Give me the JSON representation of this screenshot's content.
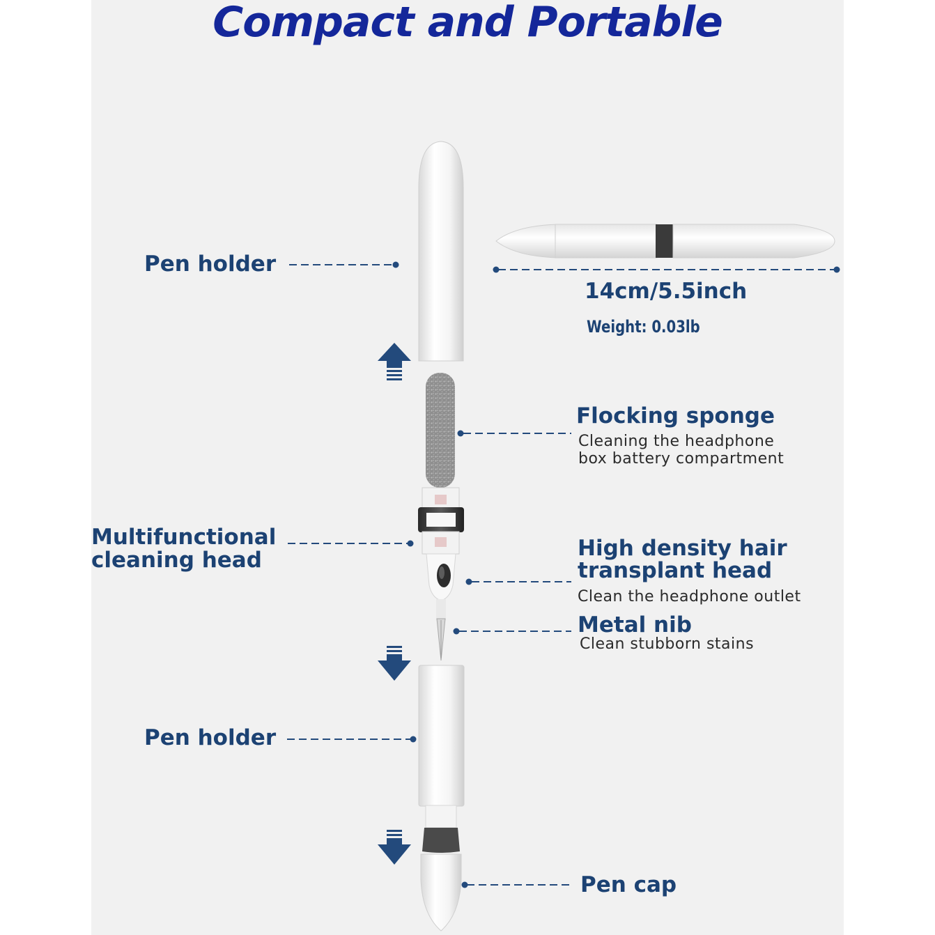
{
  "title": "Compact and Portable",
  "colors": {
    "title": "#14279a",
    "label": "#1c4273",
    "text": "#2a2a2a",
    "panel_bg": "#f1f1f1",
    "arrow": "#234a7c"
  },
  "labels": {
    "pen_holder_top": "Pen holder",
    "multifunctional_line1": "Multifunctional",
    "multifunctional_line2": "cleaning head",
    "pen_holder_bottom": "Pen holder",
    "flocking_title": "Flocking sponge",
    "flocking_desc_line1": "Cleaning the headphone",
    "flocking_desc_line2": "box battery compartment",
    "hair_title_line1": "High density hair",
    "hair_title_line2": "transplant head",
    "hair_desc": "Clean the headphone outlet",
    "metal_title": "Metal nib",
    "metal_desc": "Clean stubborn stains",
    "pen_cap": "Pen cap"
  },
  "specs": {
    "length": "14cm/5.5inch",
    "weight": "Weight: 0.03lb"
  },
  "icons": {
    "up_arrow": "arrow-up-icon",
    "down_arrow": "arrow-down-icon"
  }
}
